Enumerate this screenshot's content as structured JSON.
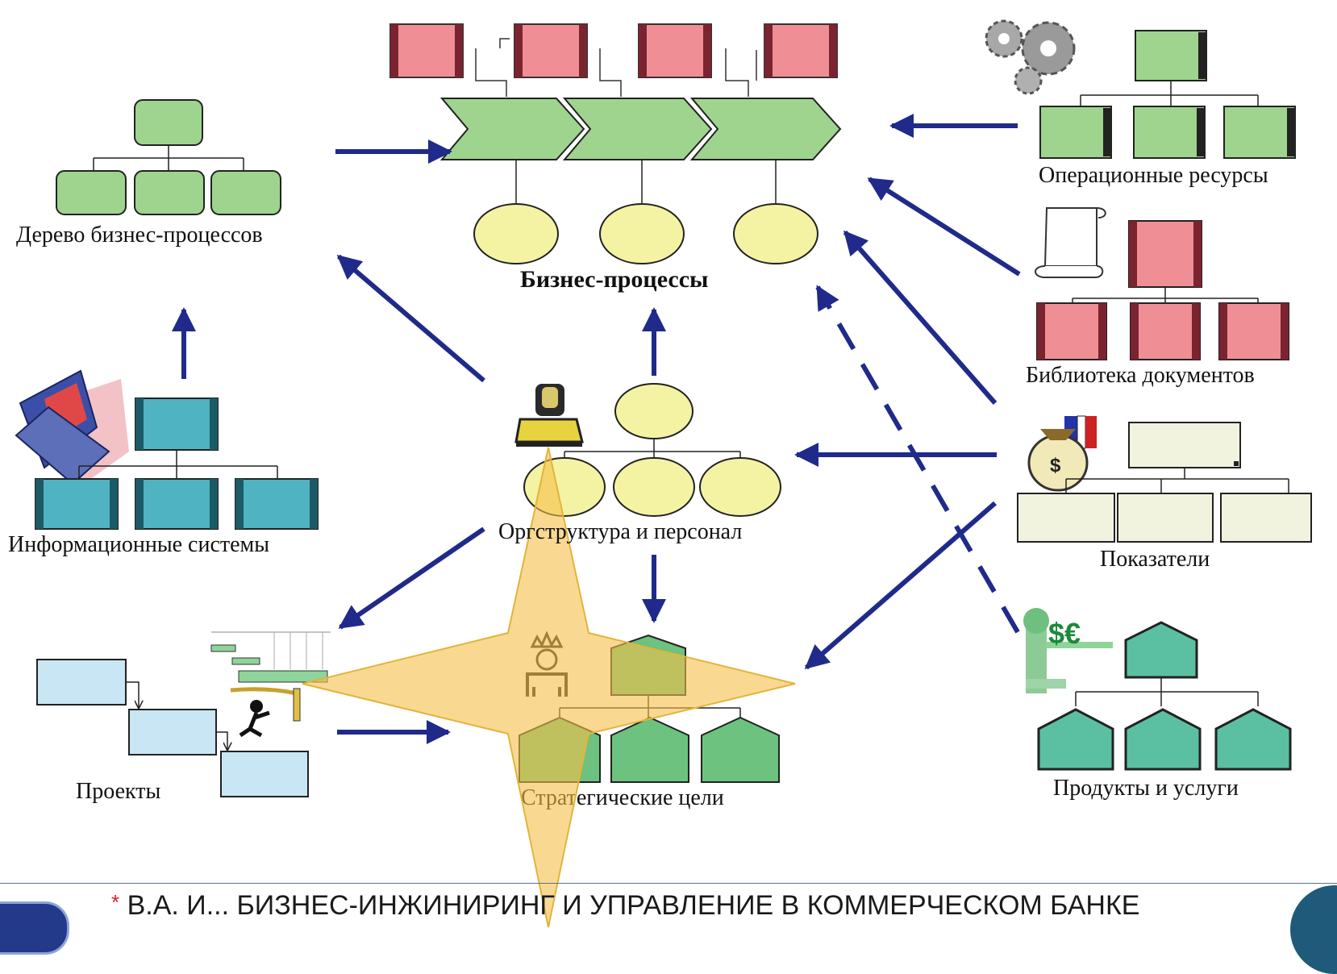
{
  "labels": {
    "process_tree": "Дерево бизнес-процессов",
    "business_processes": "Бизнес-процессы",
    "operational_resources": "Операционные ресурсы",
    "document_library": "Библиотека документов",
    "info_systems": "Информационные системы",
    "org_structure": "Оргструктура и персонал",
    "indicators": "Показатели",
    "projects": "Проекты",
    "strategic_goals": "Стратегические цели",
    "products_services": "Продукты и услуги"
  },
  "icons": {
    "money_bag_symbol": "$",
    "currency_symbol": "$€"
  },
  "footer": {
    "marker": "*",
    "text": "В.А. И... БИЗНЕС-ИНЖИНИРИНГ И УПРАВЛЕНИЕ В КОММЕРЧЕСКОМ БАНКЕ"
  },
  "colors": {
    "arrow": "#1f2a8a",
    "green_box": "#9fd48f",
    "red_box": "#ef8f95",
    "yellow_oval": "#f4f3a4",
    "teal_box": "#4fb3c2",
    "light_blue_box": "#c9e6f4",
    "indicator_box": "#f1f3df",
    "product_teal": "#5bc0a2",
    "star_highlight": "#f5c04a"
  }
}
